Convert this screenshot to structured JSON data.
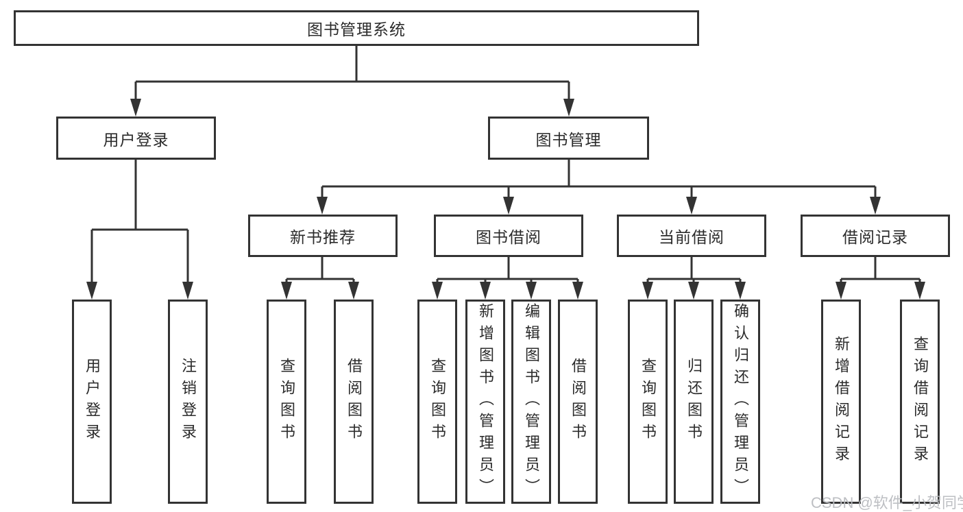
{
  "tree": {
    "label": "图书管理系统",
    "children": [
      {
        "label": "用户登录",
        "children": [
          {
            "label": "用户登录"
          },
          {
            "label": "注销登录"
          }
        ]
      },
      {
        "label": "图书管理",
        "children": [
          {
            "label": "新书推荐",
            "children": [
              {
                "label": "查询图书"
              },
              {
                "label": "借阅图书"
              }
            ]
          },
          {
            "label": "图书借阅",
            "children": [
              {
                "label": "查询图书"
              },
              {
                "label": "新增图书（管理员）"
              },
              {
                "label": "编辑图书（管理员）"
              },
              {
                "label": "借阅图书"
              }
            ]
          },
          {
            "label": "当前借阅",
            "children": [
              {
                "label": "查询图书"
              },
              {
                "label": "归还图书"
              },
              {
                "label": "确认归还（管理员）"
              }
            ]
          },
          {
            "label": "借阅记录",
            "children": [
              {
                "label": "新增借阅记录"
              },
              {
                "label": "查询借阅记录"
              }
            ]
          }
        ]
      }
    ]
  },
  "watermark": {
    "text": "CSDN @软件_小贺同学"
  },
  "colors": {
    "line": "#333333",
    "box_border": "#333333",
    "text": "#2b2b2b",
    "background": "#ffffff",
    "watermark": "#b9bcc0"
  }
}
